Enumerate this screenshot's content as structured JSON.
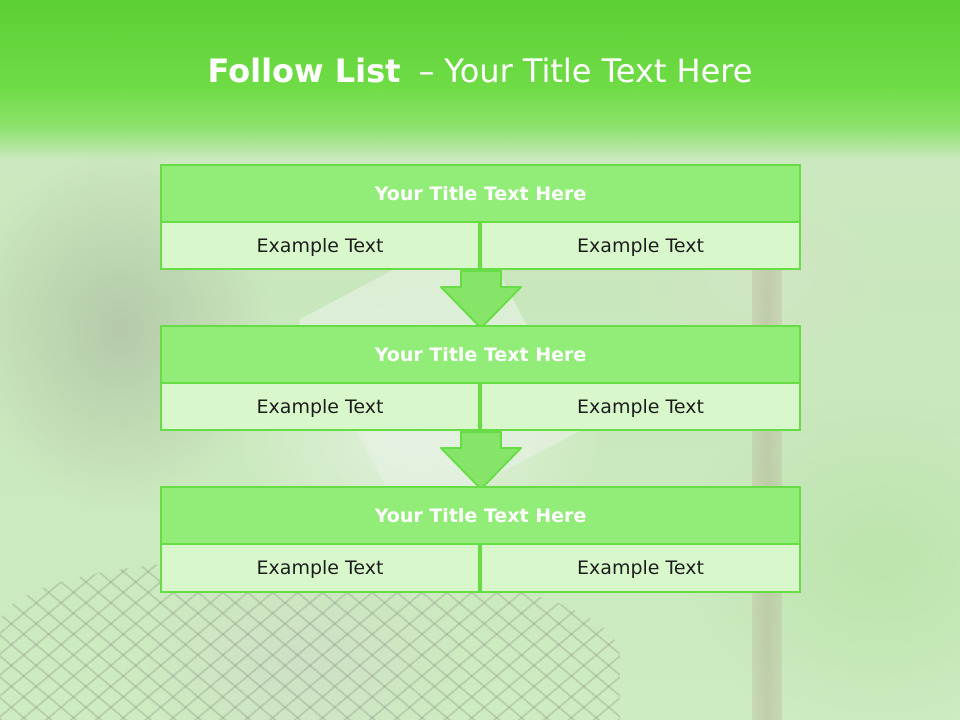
{
  "slide": {
    "title_strong": "Follow List",
    "title_dash": "–",
    "title_rest": "Your Title Text Here"
  },
  "blocks": [
    {
      "title": "Your Title Text Here",
      "left": "Example Text",
      "right": "Example Text"
    },
    {
      "title": "Your Title Text Here",
      "left": "Example Text",
      "right": "Example Text"
    },
    {
      "title": "Your Title Text Here",
      "left": "Example Text",
      "right": "Example Text"
    }
  ],
  "colors": {
    "header_green": "#5ccf34",
    "block_title_fill": "#92ec78",
    "block_cell_fill": "#d8f8cc",
    "border_green": "#66dd44",
    "arrow_fill": "#86e468"
  }
}
